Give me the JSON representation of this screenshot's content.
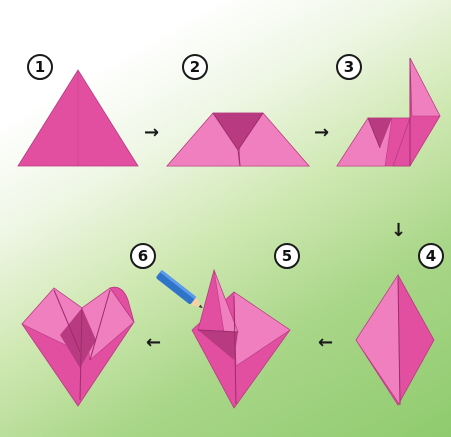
{
  "colors": {
    "paper": "#e24fa1",
    "paper_light": "#ef7fbe",
    "paper_dark": "#b83a80",
    "fold_line": "#9c2d6b",
    "pencil_blue": "#2f74c8"
  },
  "steps": [
    {
      "number": "1",
      "shape": "triangle"
    },
    {
      "number": "2",
      "shape": "trapezoid-folded-corners"
    },
    {
      "number": "3",
      "shape": "one-flap-folded-up"
    },
    {
      "number": "4",
      "shape": "diamond"
    },
    {
      "number": "5",
      "shape": "half-heart-with-pencil"
    },
    {
      "number": "6",
      "shape": "heart"
    }
  ],
  "arrows": [
    {
      "from": "1",
      "to": "2",
      "glyph": "→",
      "icon": "arrow-right-icon"
    },
    {
      "from": "2",
      "to": "3",
      "glyph": "→",
      "icon": "arrow-right-icon"
    },
    {
      "from": "3",
      "to": "4",
      "glyph": "↓",
      "icon": "arrow-down-icon"
    },
    {
      "from": "4",
      "to": "5",
      "glyph": "←",
      "icon": "arrow-left-icon"
    },
    {
      "from": "5",
      "to": "6",
      "glyph": "←",
      "icon": "arrow-left-icon"
    }
  ]
}
